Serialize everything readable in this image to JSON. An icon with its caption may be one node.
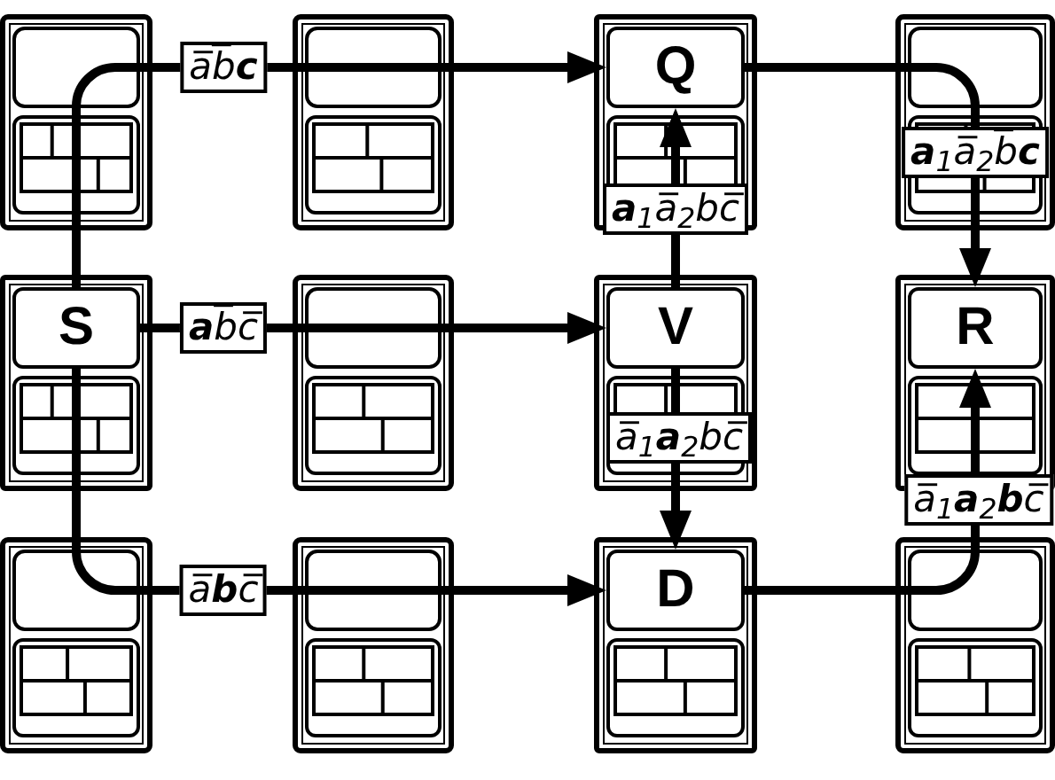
{
  "diagram": {
    "nodes": [
      {
        "text": [
          "Q"
        ]
      },
      {
        "text": [
          "S"
        ]
      },
      {
        "text": [
          "V"
        ]
      },
      {
        "text": [
          "R"
        ]
      },
      {
        "text": [
          "D"
        ]
      }
    ],
    "edges": [
      {
        "from": 1,
        "to": 0,
        "arrow": "to",
        "label": "a̅b̅**c**"
      },
      {
        "from": 1,
        "to": 2,
        "arrow": "to",
        "label": "**a**b̅c̅"
      },
      {
        "from": 1,
        "to": 4,
        "arrow": "to",
        "label": "a̅**b**c̅"
      },
      {
        "from": 2,
        "to": 0,
        "arrow": "to",
        "label": "**a**$_{1}$a̅$_{2}$bc̅"
      },
      {
        "from": 2,
        "to": 4,
        "arrow": "to",
        "label": "a̅$_{1}$**a**$_{2}$bc̅"
      },
      {
        "from": 0,
        "to": 3,
        "arrow": "to",
        "label": "**a**$_{1}$a̅$_{2}$b̅**c**"
      },
      {
        "from": 4,
        "to": 3,
        "arrow": "to",
        "label": "a̅$_{1}$**a**$_{2}$**b**c̅"
      }
    ]
  }
}
